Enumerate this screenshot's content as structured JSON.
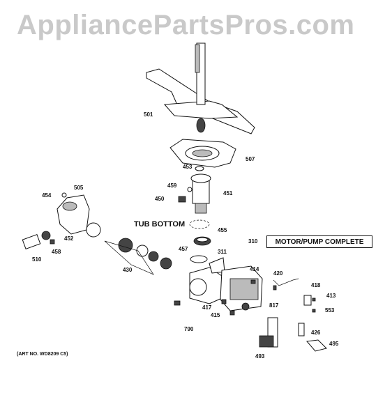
{
  "watermark": "AppliancePartsPros.com",
  "tub_bottom": "TUB BOTTOM",
  "motor_pump": {
    "ref": "310",
    "label": "MOTOR/PUMP COMPLETE"
  },
  "art_no": "(ART NO. WD8209 C5)",
  "part_labels": [
    "501",
    "507",
    "453",
    "459",
    "451",
    "450",
    "454",
    "505",
    "455",
    "452",
    "458",
    "510",
    "430",
    "457",
    "311",
    "414",
    "420",
    "418",
    "413",
    "553",
    "417",
    "817",
    "415",
    "790",
    "426",
    "495",
    "493"
  ]
}
